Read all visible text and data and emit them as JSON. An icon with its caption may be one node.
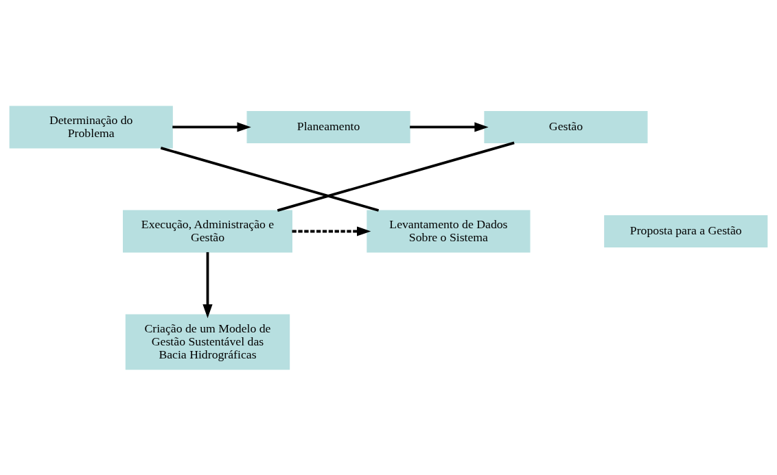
{
  "diagram": {
    "nodes": [
      {
        "text": [
          "Determinação do Problema"
        ]
      },
      {
        "text": [
          "Planeamento"
        ]
      },
      {
        "text": [
          "Gestão"
        ]
      },
      {
        "text": [
          "Levantamento de Dados Sobre o Sistema"
        ]
      },
      {
        "text": [
          "Proposta para a Gestão"
        ]
      },
      {
        "text": [
          "Execução, Administração e Gestão"
        ]
      },
      {
        "text": [
          "Criação de um Modelo de Gestão Sustentável das Bacia Hidrográficas"
        ]
      }
    ],
    "edges": [
      {
        "from": 0,
        "to": 1,
        "arrow": "to"
      },
      {
        "from": 1,
        "to": 2,
        "arrow": "to"
      },
      {
        "from": 3,
        "to": 0,
        "arrow": "none"
      },
      {
        "from": 2,
        "to": 5,
        "arrow": "none"
      },
      {
        "from": 5,
        "to": 3,
        "arrow": "to",
        "style": "dashed"
      },
      {
        "from": 5,
        "to": 6,
        "arrow": "to"
      }
    ]
  }
}
